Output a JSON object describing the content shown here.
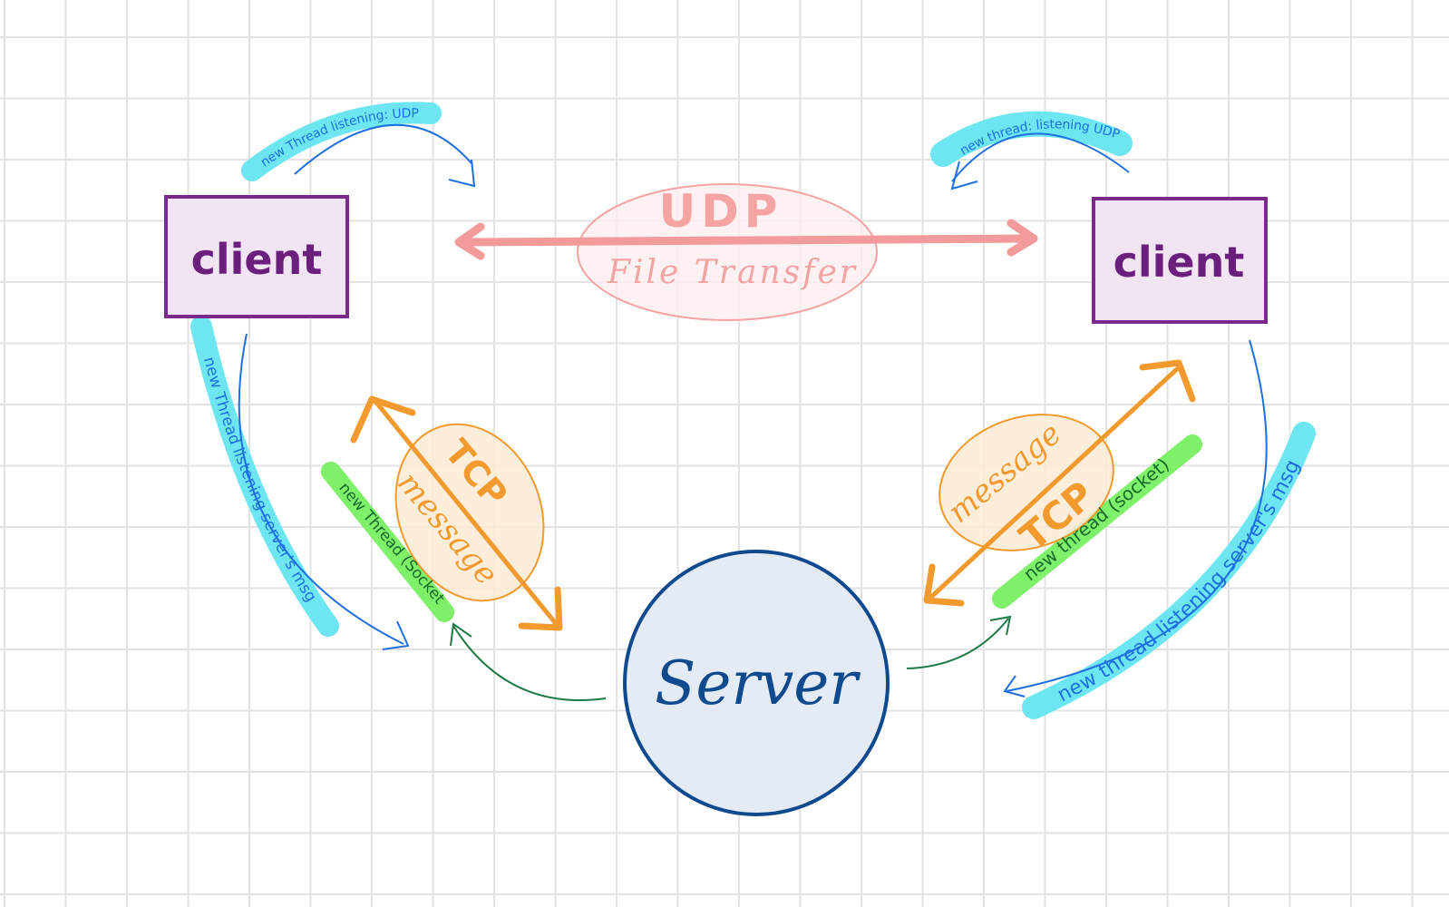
{
  "colors": {
    "client_stroke": "#7b2a8c",
    "client_fill": "#f1e4f3",
    "client_text": "#6a1f7c",
    "server_stroke": "#0f4a8f",
    "server_fill": "#e5ebf4",
    "udp": "#f39a9a",
    "udp_text": "#f5a3a3",
    "tcp": "#f29a2e",
    "thread_blue": "#1e6fe0",
    "highlight_cyan": "#6ee6f2",
    "highlight_green": "#7ef06a",
    "thread_green_text": "#166b2c",
    "green_arrow": "#1f7a4a"
  },
  "nodes": {
    "client_left": "client",
    "client_right": "client",
    "server": "Server"
  },
  "udp": {
    "protocol": "UDP",
    "purpose": "File Transfer"
  },
  "tcp_left": {
    "protocol": "TCP",
    "purpose": "message",
    "thread": "new Thread (Socket"
  },
  "tcp_right": {
    "protocol": "TCP",
    "purpose": "message",
    "thread": "new thread (socket)"
  },
  "threads": {
    "left_udp": "new Thread listening: UDP",
    "right_udp": "new thread: listening UDP",
    "left_server": "new Thread listening server's msg",
    "right_server": "new thread listening server's msg"
  }
}
